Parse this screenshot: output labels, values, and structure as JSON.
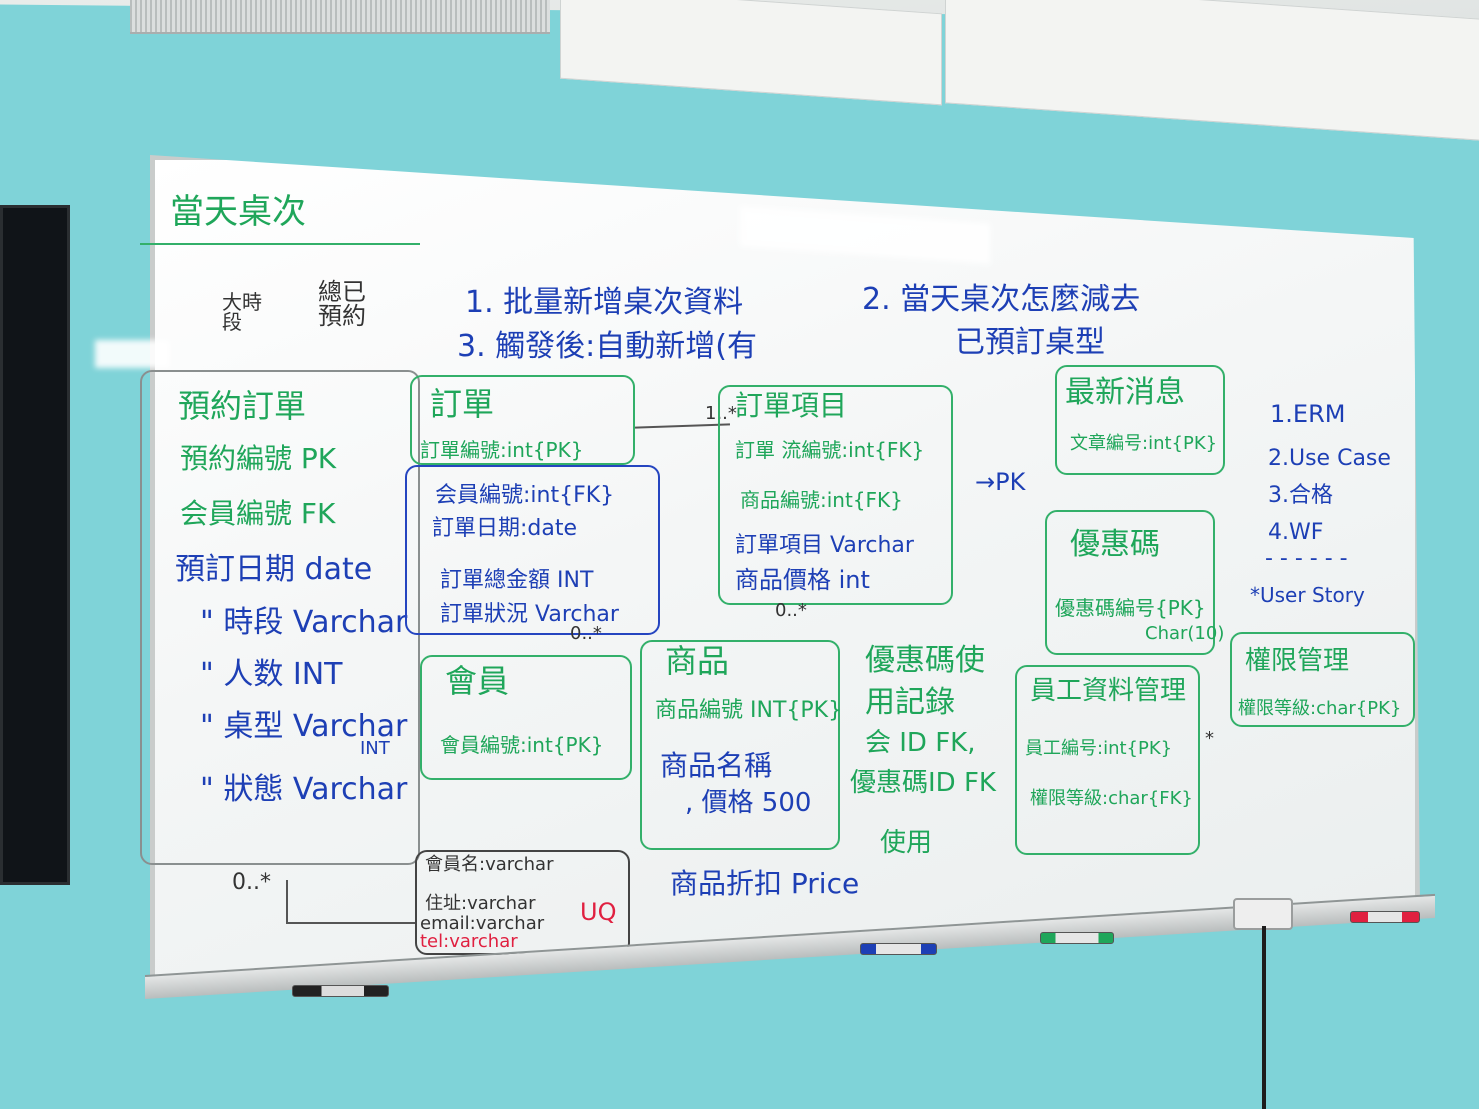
{
  "colors": {
    "wall": "#7fd3d8",
    "green_marker": "#1fa65a",
    "blue_marker": "#1d3fb5",
    "red_marker": "#e02040",
    "black_marker": "#333333"
  },
  "header": {
    "title": "當天桌次"
  },
  "top_notes": {
    "left_small": "大時段",
    "left_small2": "總已預約",
    "line1": "1. 批量新增桌次資料",
    "line1b": "2. 當天桌次怎麼減去",
    "line2": "3. 觸發後:自動新增(有",
    "line2b": "已預訂桌型"
  },
  "reservation": {
    "title": "預約訂單",
    "fields": [
      "預約編號 PK",
      "会員編號 FK",
      "預訂日期 date",
      "\" 時段 Varchar",
      "\" 人数 INT",
      "\" 桌型 Varchar",
      "\" 狀態 Varchar"
    ],
    "extra": "INT",
    "relation": "0..*"
  },
  "order": {
    "title": "訂單",
    "pk": "訂單編號:int{PK}",
    "fields": [
      "会員編號:int{FK}",
      "訂單日期:date",
      "訂單總金額 INT",
      "訂單狀況 Varchar"
    ],
    "mult": "1..*",
    "mult2": "0..*"
  },
  "order_item": {
    "title": "訂單項目",
    "fields": [
      "訂單 流編號:int{FK}",
      "商品編號:int{FK}",
      "訂單項目 Varchar",
      "商品價格 int"
    ],
    "arrow": "→PK",
    "mult": "0..*"
  },
  "member": {
    "title": "會員",
    "pk": "會員編號:int{PK}",
    "fields": [
      "會員名:varchar",
      "住址:varchar",
      "email:varchar",
      "tel:varchar"
    ],
    "uq": "UQ",
    "relation": "0..*"
  },
  "product": {
    "title": "商品",
    "fields": [
      "商品編號 INT{PK}",
      "商品名稱",
      ", 價格 500"
    ],
    "note": "商品折扣 Price"
  },
  "coupon_usage": {
    "title": "優惠碼使用記錄",
    "fields": [
      "会 ID FK,",
      "優惠碼ID FK",
      "使用"
    ]
  },
  "news": {
    "title": "最新消息",
    "pk": "文章編号:int{PK}"
  },
  "coupon": {
    "title": "優惠碼",
    "pk": "優惠碼編号{PK}",
    "type": "Char(10)"
  },
  "employee": {
    "title": "員工資料管理",
    "fields": [
      "員工編号:int{PK}",
      "權限等級:char{FK}"
    ],
    "mult": "*"
  },
  "permission": {
    "title": "權限管理",
    "pk": "權限等級:char{PK}"
  },
  "todo": {
    "items": [
      "1.ERM",
      "2.Use Case",
      "3.合格",
      "4.WF"
    ],
    "extra": "*User Story",
    "divider": "- - - - - -"
  }
}
